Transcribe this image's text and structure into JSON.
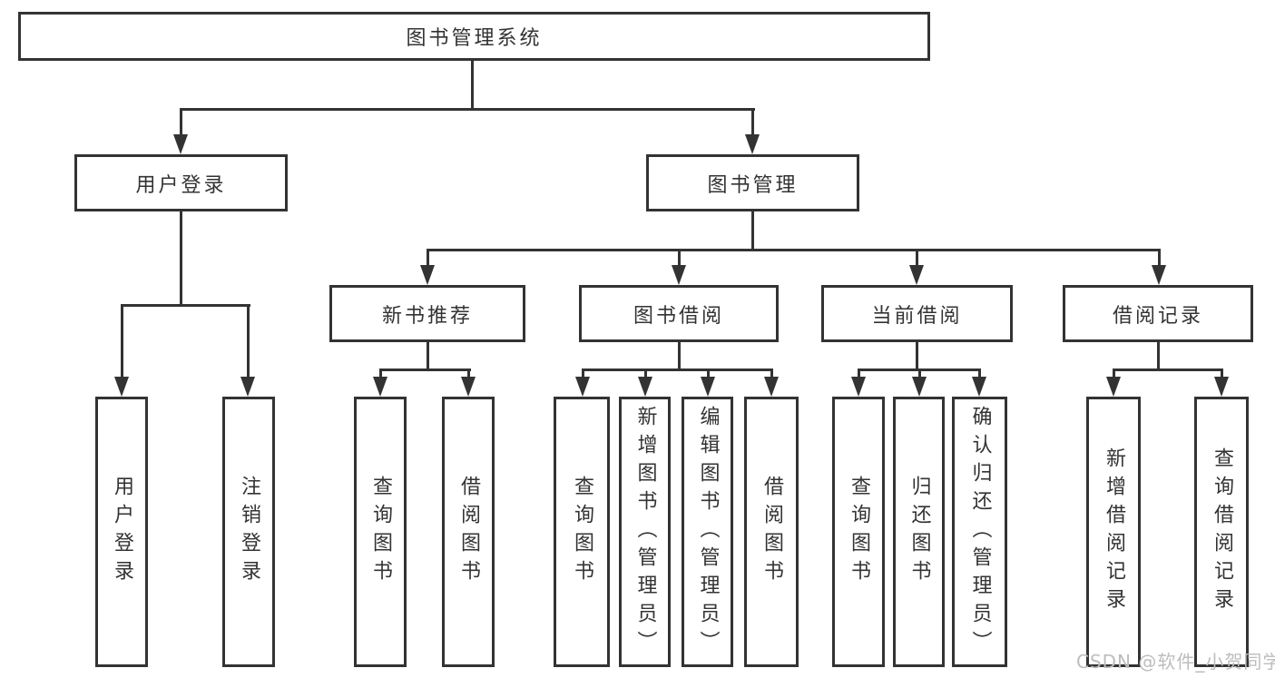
{
  "diagram": {
    "root": {
      "label": "图书管理系统"
    },
    "level2": [
      {
        "label": "用户登录"
      },
      {
        "label": "图书管理"
      }
    ],
    "level3": [
      {
        "label": "新书推荐"
      },
      {
        "label": "图书借阅"
      },
      {
        "label": "当前借阅"
      },
      {
        "label": "借阅记录"
      }
    ],
    "leaves": {
      "user_login": [
        {
          "label": "用户登录"
        },
        {
          "label": "注销登录"
        }
      ],
      "new_book_recommend": [
        {
          "label": "查询图书"
        },
        {
          "label": "借阅图书"
        }
      ],
      "book_borrow": [
        {
          "label": "查询图书"
        },
        {
          "label": "新增图书（管理员）"
        },
        {
          "label": "编辑图书（管理员）"
        },
        {
          "label": "借阅图书"
        }
      ],
      "current_borrow": [
        {
          "label": "查询图书"
        },
        {
          "label": "归还图书"
        },
        {
          "label": "确认归还（管理员）"
        }
      ],
      "borrow_record": [
        {
          "label": "新增借阅记录"
        },
        {
          "label": "查询借阅记录"
        }
      ]
    },
    "colors": {
      "line": "#333333",
      "text": "#333333",
      "box_bg": "#ffffff",
      "watermark": "#bdbdbd"
    },
    "watermark": "CSDN @软件_小贺同学"
  }
}
